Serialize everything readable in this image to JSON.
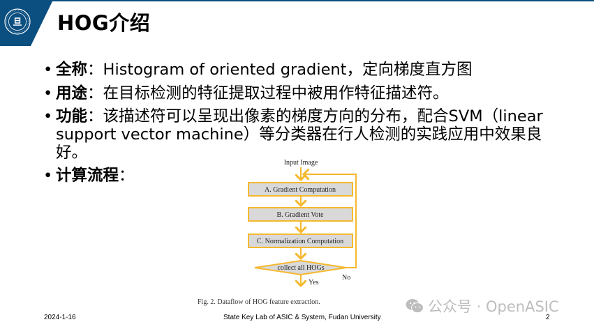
{
  "slide": {
    "title": "HOG介绍",
    "brand_color": "#0b4f80",
    "accent_color": "#f5b82e",
    "bullets": [
      {
        "key": "全称",
        "sep": "：",
        "text": "Histogram of oriented gradient，定向梯度直方图"
      },
      {
        "key": "用途",
        "sep": "：",
        "text": "在目标检测的特征提取过程中被用作特征描述符。"
      },
      {
        "key": "功能",
        "sep": "：",
        "text": "该描述符可以呈现出像素的梯度方向的分布，配合SVM（linear support vector machine）等分类器在行人检测的实践应用中效果良好。"
      },
      {
        "key": "计算流程",
        "sep": "：",
        "text": ""
      }
    ],
    "bullet_glyph": "•"
  },
  "flowchart": {
    "input": "Input Image",
    "steps": [
      "A. Gradient Computation",
      "B. Gradient Vote",
      "C. Normalization Computation"
    ],
    "decision": "collect all HOGs",
    "yes_label": "Yes",
    "no_label": "No",
    "caption": "Fig. 2.    Dataflow of HOG feature extraction."
  },
  "footer": {
    "date": "2024-1-16",
    "lab": "State Key Lab of ASIC & System, Fudan University",
    "page": "2"
  },
  "watermark": {
    "icon": "wechat-icon",
    "text": "公众号 · OpenASIC"
  }
}
